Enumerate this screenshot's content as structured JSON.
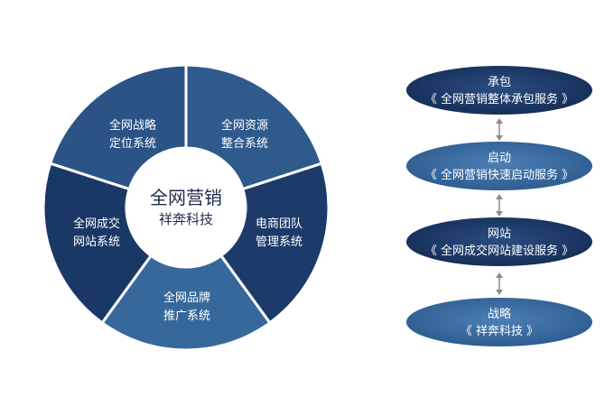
{
  "wheel": {
    "center": {
      "title": "全网营销",
      "subtitle": "祥奔科技"
    },
    "segments": [
      {
        "line1": "全网战略",
        "line2": "定位系统"
      },
      {
        "line1": "全网资源",
        "line2": "整合系统"
      },
      {
        "line1": "电商团队",
        "line2": "管理系统"
      },
      {
        "line1": "全网品牌",
        "line2": "推广系统"
      },
      {
        "line1": "全网成交",
        "line2": "网站系统"
      }
    ]
  },
  "services": [
    {
      "title": "承包",
      "subtitle": "《 全网营销整体承包服务 》"
    },
    {
      "title": "启动",
      "subtitle": "《 全网营销快速启动服务 》"
    },
    {
      "title": "网站",
      "subtitle": "《 全网成交网站建设服务 》"
    },
    {
      "title": "战略",
      "subtitle": "《 祥奔科技 》"
    }
  ],
  "colors": {
    "dark_navy": "#1b3764",
    "mid_blue": "#2e5888",
    "light_blue": "#3d6b9c",
    "arrow": "#8a8a8a"
  }
}
